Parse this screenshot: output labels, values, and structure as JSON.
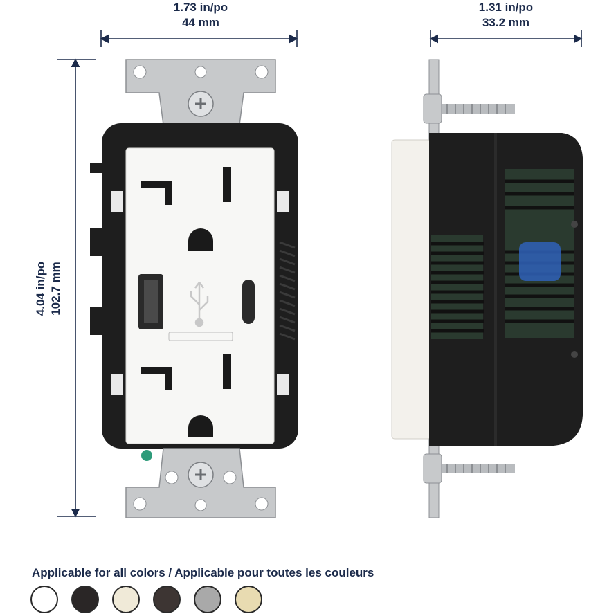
{
  "dimensions": {
    "width": {
      "imperial": "1.73 in/po",
      "metric": "44 mm"
    },
    "depth": {
      "imperial": "1.31 in/po",
      "metric": "33.2 mm"
    },
    "height": {
      "imperial": "4.04 in/po",
      "metric": "102.7 mm"
    }
  },
  "caption": "Applicable for all colors / Applicable pour toutes les couleurs",
  "swatches": [
    {
      "name": "white",
      "color": "#ffffff"
    },
    {
      "name": "black",
      "color": "#2a2626"
    },
    {
      "name": "light-almond",
      "color": "#f0ead8"
    },
    {
      "name": "brown",
      "color": "#3d3533"
    },
    {
      "name": "gray",
      "color": "#a9a9a9"
    },
    {
      "name": "ivory",
      "color": "#e8dbb1"
    }
  ],
  "colors": {
    "navy": "#1b2a4a",
    "housing": "#1e1e1e",
    "faceplate": "#f7f7f5",
    "strap": "#c7c9cb"
  }
}
